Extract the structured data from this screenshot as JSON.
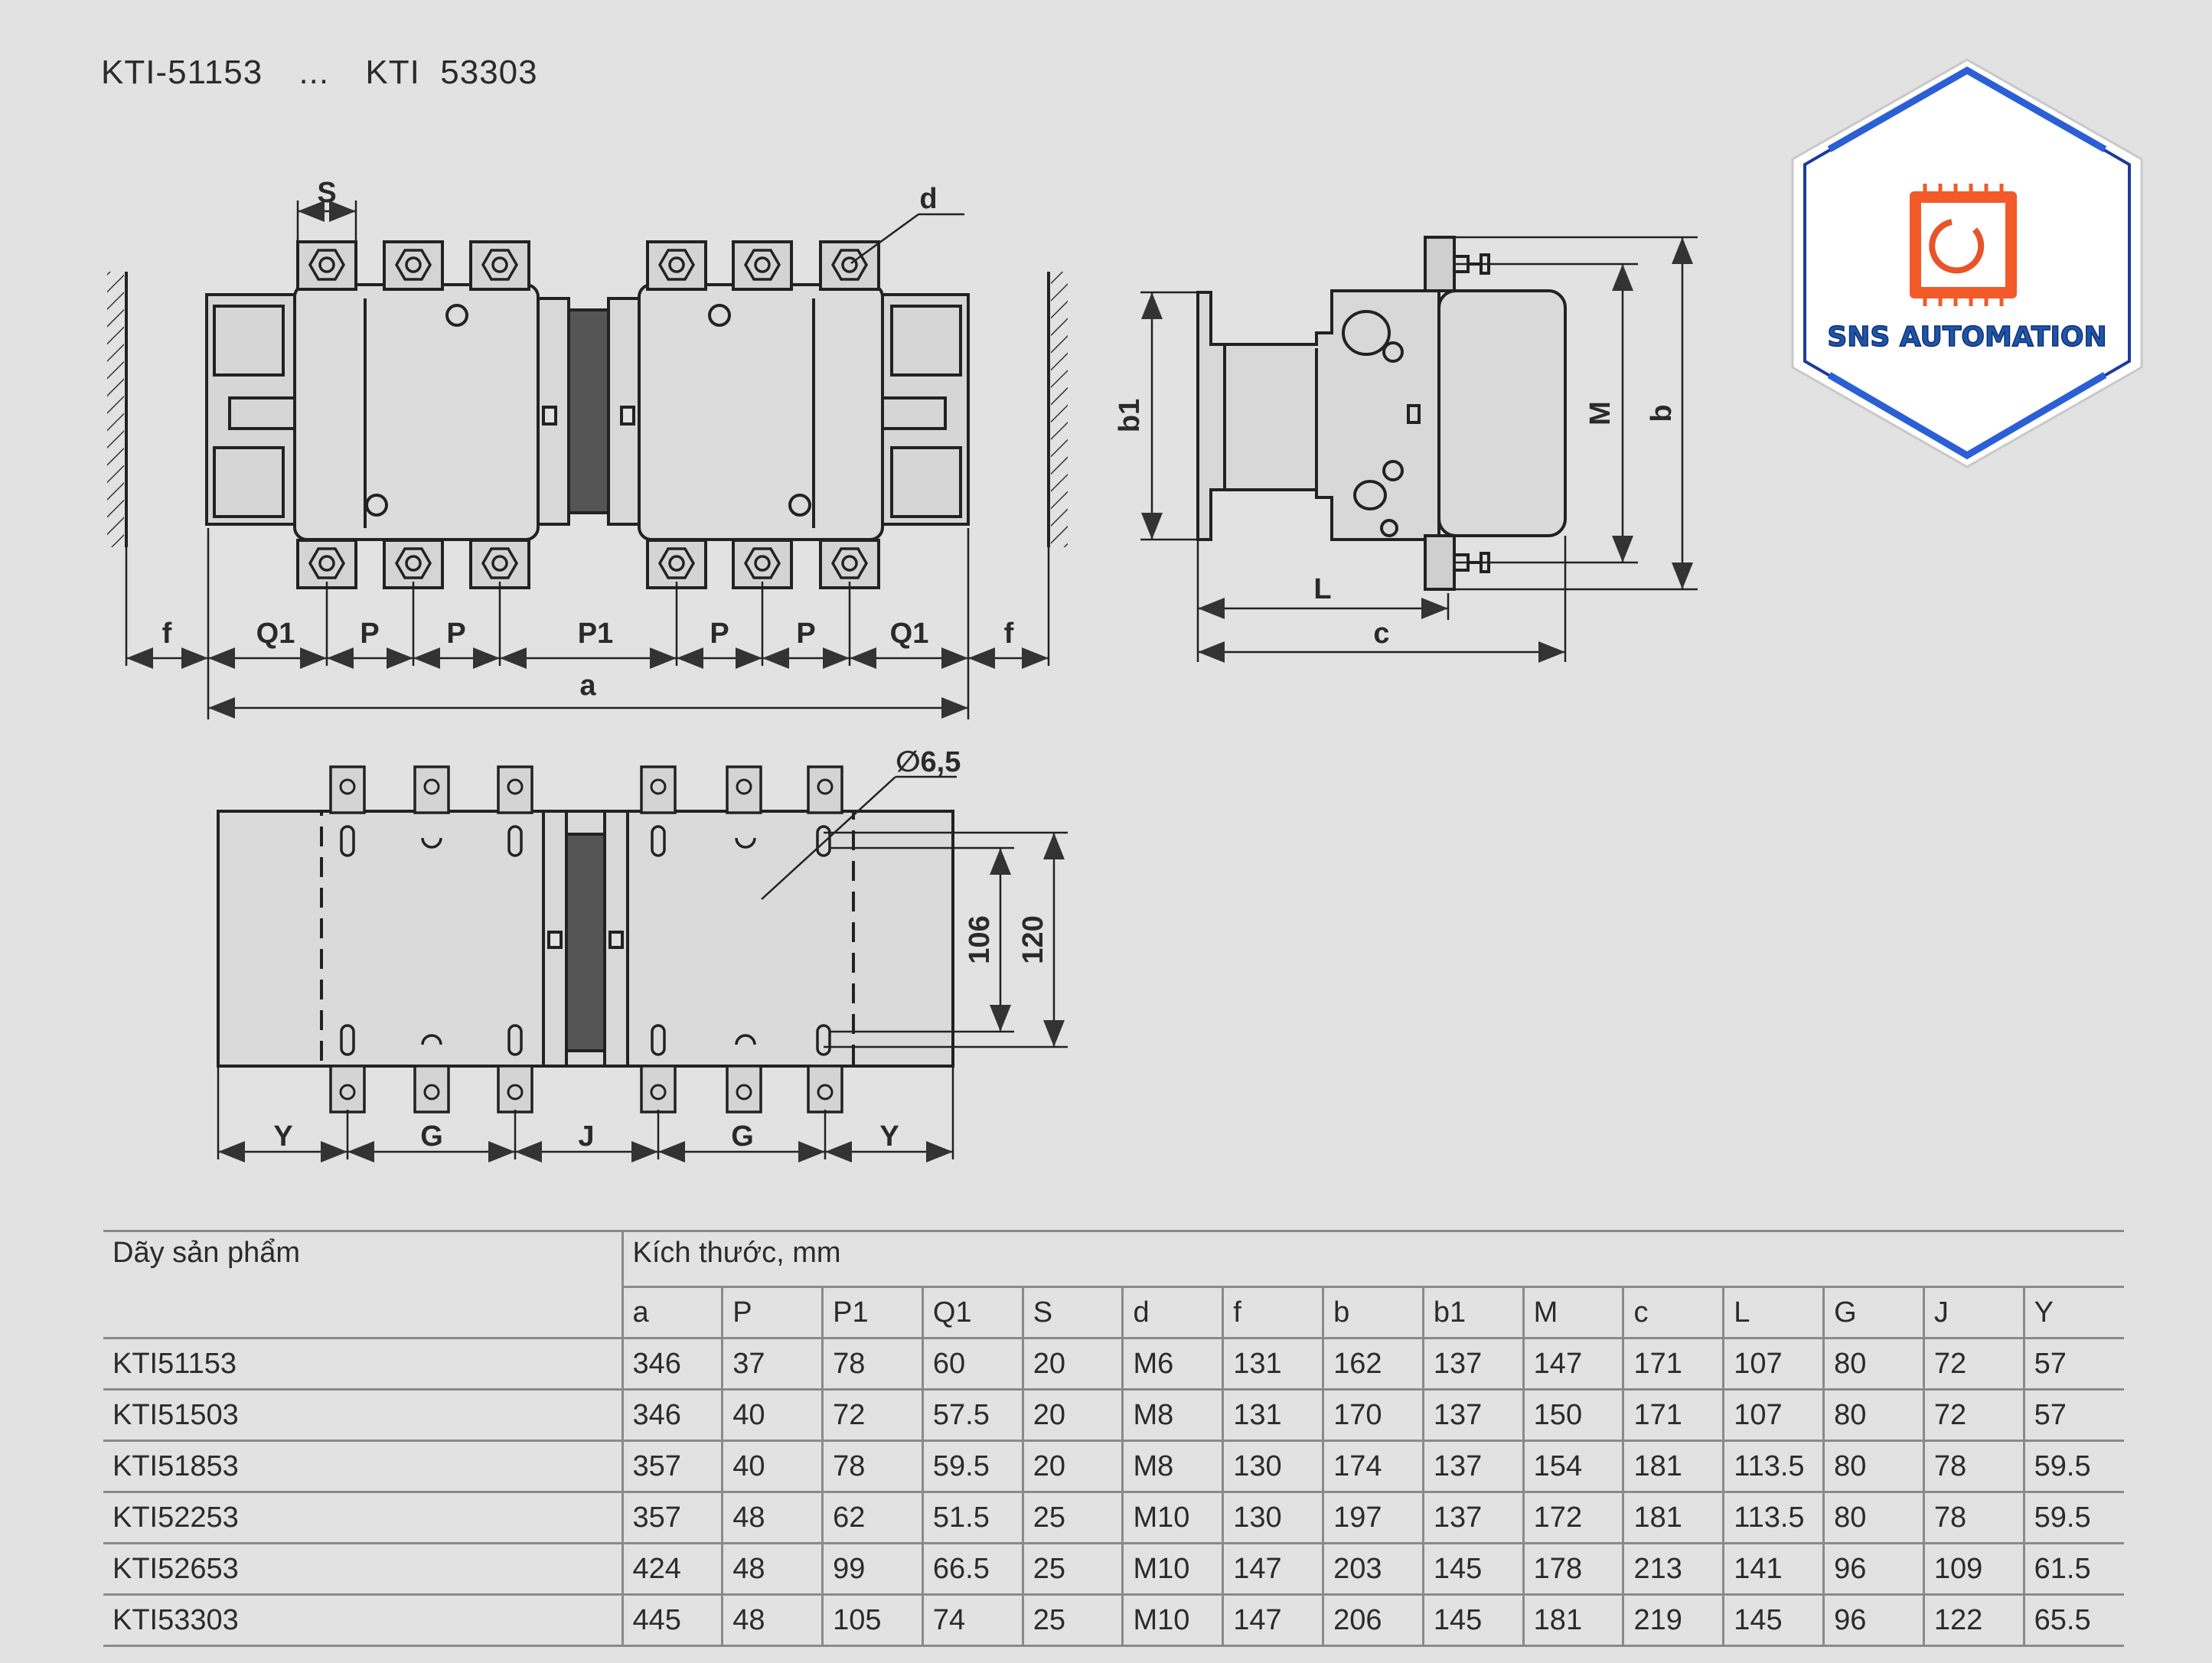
{
  "header": {
    "model_from": "KTI-51153",
    "ellipsis": "...",
    "model_to": "KTI  53303"
  },
  "logo": {
    "text": "SNS AUTOMATION",
    "colors": {
      "border": "#1c3b9c",
      "text": "#1f55a8",
      "chip": "#e8532a"
    }
  },
  "drawing": {
    "top_view_labels": {
      "S": "S",
      "d": "d",
      "f_left": "f",
      "Q1_left": "Q1",
      "P1": "P",
      "P2": "P",
      "P1_mid": "P1",
      "P3": "P",
      "P4": "P",
      "Q1_right": "Q1",
      "f_right": "f",
      "a": "a"
    },
    "side_view_labels": {
      "b1": "b1",
      "M": "M",
      "b": "b",
      "L": "L",
      "c": "c"
    },
    "mount_view_labels": {
      "hole": "∅6,5",
      "h106": "106",
      "h120": "120",
      "Y_left": "Y",
      "G_left": "G",
      "J": "J",
      "G_right": "G",
      "Y_right": "Y"
    }
  },
  "table": {
    "series_header": "Dãy sản phẩm",
    "dim_header": "Kích thước, mm",
    "columns": [
      "a",
      "P",
      "P1",
      "Q1",
      "S",
      "d",
      "f",
      "b",
      "b1",
      "M",
      "c",
      "L",
      "G",
      "J",
      "Y"
    ],
    "rows": [
      {
        "name": "KTI51153",
        "values": [
          "346",
          "37",
          "78",
          "60",
          "20",
          "M6",
          "131",
          "162",
          "137",
          "147",
          "171",
          "107",
          "80",
          "72",
          "57"
        ]
      },
      {
        "name": "KTI51503",
        "values": [
          "346",
          "40",
          "72",
          "57.5",
          "20",
          "M8",
          "131",
          "170",
          "137",
          "150",
          "171",
          "107",
          "80",
          "72",
          "57"
        ]
      },
      {
        "name": "KTI51853",
        "values": [
          "357",
          "40",
          "78",
          "59.5",
          "20",
          "M8",
          "130",
          "174",
          "137",
          "154",
          "181",
          "113.5",
          "80",
          "78",
          "59.5"
        ]
      },
      {
        "name": "KTI52253",
        "values": [
          "357",
          "48",
          "62",
          "51.5",
          "25",
          "M10",
          "130",
          "197",
          "137",
          "172",
          "181",
          "113.5",
          "80",
          "78",
          "59.5"
        ]
      },
      {
        "name": "KTI52653",
        "values": [
          "424",
          "48",
          "99",
          "66.5",
          "25",
          "M10",
          "147",
          "203",
          "145",
          "178",
          "213",
          "141",
          "96",
          "109",
          "61.5"
        ]
      },
      {
        "name": "KTI53303",
        "values": [
          "445",
          "48",
          "105",
          "74",
          "25",
          "M10",
          "147",
          "206",
          "145",
          "181",
          "219",
          "145",
          "96",
          "122",
          "65.5"
        ]
      }
    ]
  }
}
